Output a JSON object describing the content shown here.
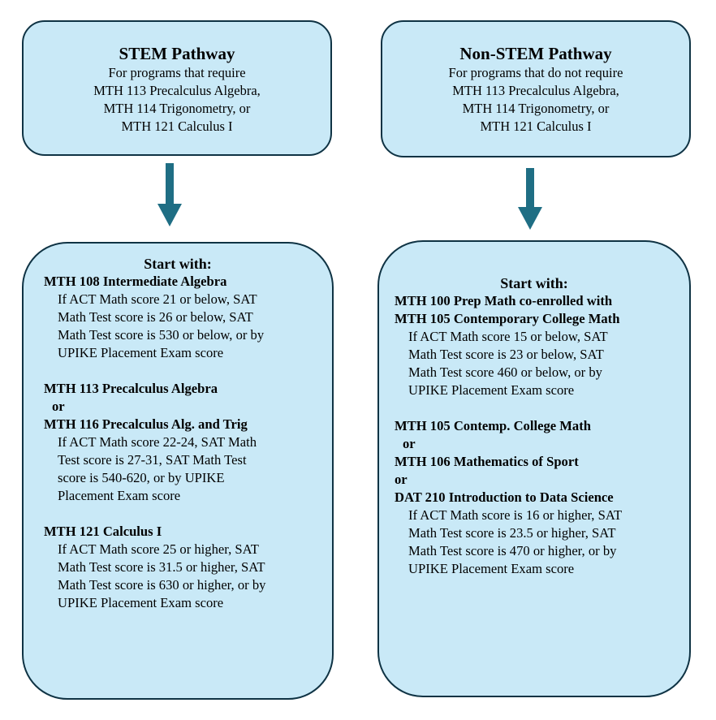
{
  "stem": {
    "title": "STEM Pathway",
    "subtitle_lines": [
      "For programs that require",
      "MTH 113 Precalculus Algebra,",
      "MTH 114 Trigonometry, or",
      "MTH 121 Calculus I"
    ],
    "start_label": "Start with:",
    "groups": [
      {
        "courses": [
          "MTH 108 Intermediate Algebra"
        ],
        "desc_lines": [
          "If ACT Math score 21 or below, SAT",
          "Math Test score is 26 or below, SAT",
          "Math Test score is 530 or below, or by",
          "UPIKE Placement Exam score"
        ]
      },
      {
        "courses": [
          "MTH 113 Precalculus Algebra",
          "or",
          "MTH 116 Precalculus Alg. and Trig"
        ],
        "desc_lines": [
          "If ACT Math score 22-24, SAT Math",
          "Test score is 27-31, SAT Math Test",
          "score is 540-620, or by UPIKE",
          "Placement Exam score"
        ]
      },
      {
        "courses": [
          "MTH 121 Calculus I"
        ],
        "desc_lines": [
          "If ACT Math score 25 or higher, SAT",
          "Math Test score is 31.5 or higher, SAT",
          "Math Test score is 630 or higher, or by",
          "UPIKE Placement Exam score"
        ]
      }
    ]
  },
  "nonstem": {
    "title": "Non-STEM Pathway",
    "subtitle_lines": [
      "For programs that do not require",
      "MTH 113 Precalculus Algebra,",
      "MTH 114 Trigonometry, or",
      "MTH 121 Calculus I"
    ],
    "start_label": "Start with:",
    "groups": [
      {
        "courses": [
          "MTH 100 Prep Math  co-enrolled with",
          "MTH 105  Contemporary College Math"
        ],
        "desc_lines": [
          "If ACT Math score 15 or below, SAT",
          "Math Test score is 23 or below, SAT",
          "Math Test score 460 or below, or by",
          "UPIKE Placement Exam score"
        ]
      },
      {
        "courses": [
          "MTH 105 Contemp. College Math",
          "or",
          "MTH 106 Mathematics of Sport",
          "or",
          "DAT 210 Introduction to Data Science"
        ],
        "desc_lines": [
          "If ACT Math score is 16 or higher, SAT",
          "Math Test score is 23.5 or higher, SAT",
          "Math Test score is 470 or higher, or by",
          "UPIKE Placement Exam score"
        ]
      }
    ]
  },
  "colors": {
    "box_fill": "#c9e9f7",
    "box_border": "#0f3344",
    "arrow": "#1f6e84"
  }
}
